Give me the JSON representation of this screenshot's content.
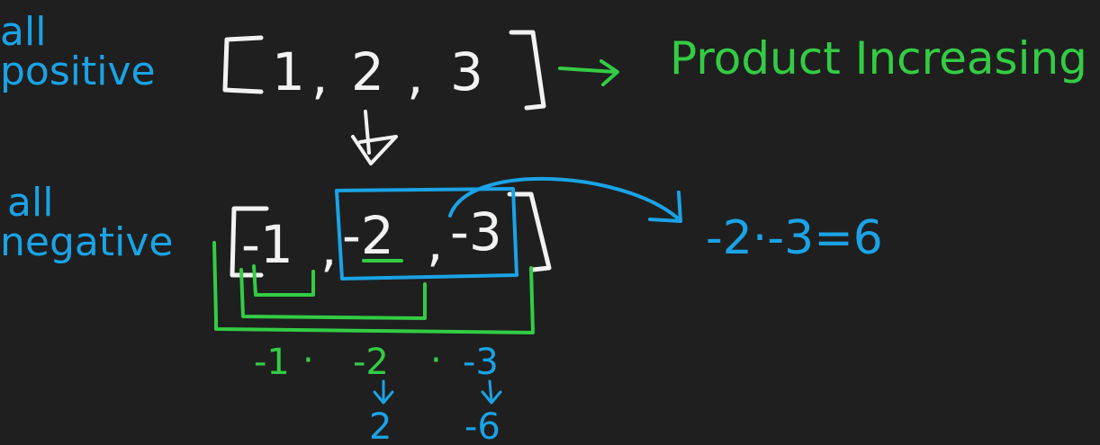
{
  "colors": {
    "background": "#1f1f1f",
    "white": "#f2f2f2",
    "blue": "#1aa3e6",
    "green": "#33cc44"
  },
  "labels": {
    "all_positive_line1": "all",
    "all_positive_line2": "positive",
    "all_negative_line1": "all",
    "all_negative_line2": "negative",
    "product_increasing": "Product Increasing"
  },
  "positive_array": {
    "values": [
      "1",
      "2",
      "3"
    ],
    "separators": [
      ",",
      ","
    ]
  },
  "negative_array": {
    "values": [
      "-1",
      "-2",
      "-3"
    ],
    "separators": [
      ",",
      ","
    ]
  },
  "subarray_product": "-2·-3=6",
  "prefix_products": {
    "expression": [
      "-1",
      "·",
      "-2",
      "·",
      "-3"
    ],
    "results": [
      "2",
      "-6"
    ]
  }
}
